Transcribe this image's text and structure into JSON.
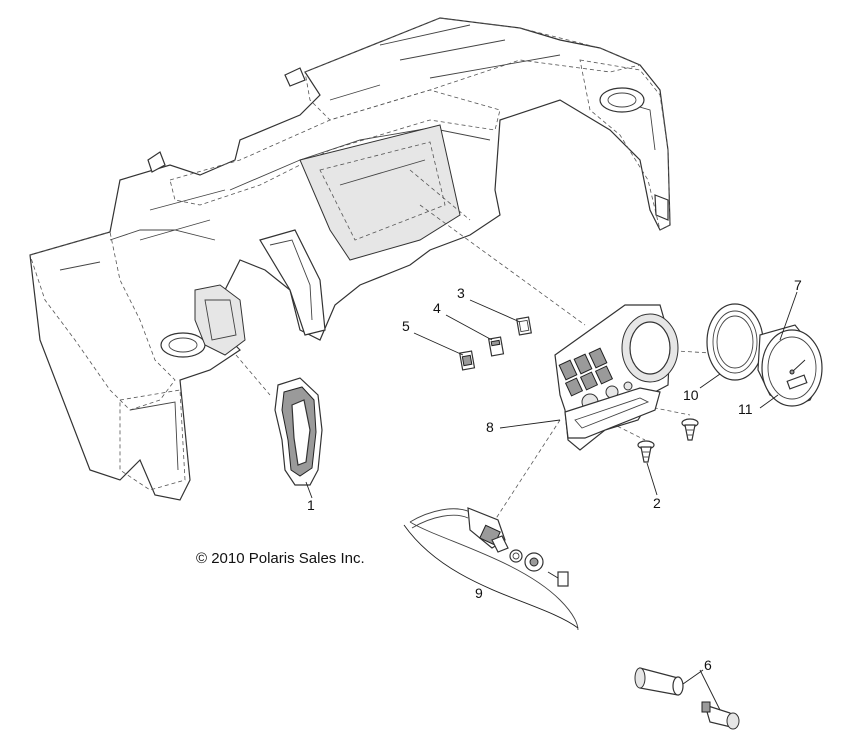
{
  "copyright": "© 2010 Polaris Sales Inc.",
  "callouts": [
    "1",
    "2",
    "3",
    "4",
    "5",
    "6",
    "7",
    "8",
    "9",
    "10",
    "11"
  ]
}
